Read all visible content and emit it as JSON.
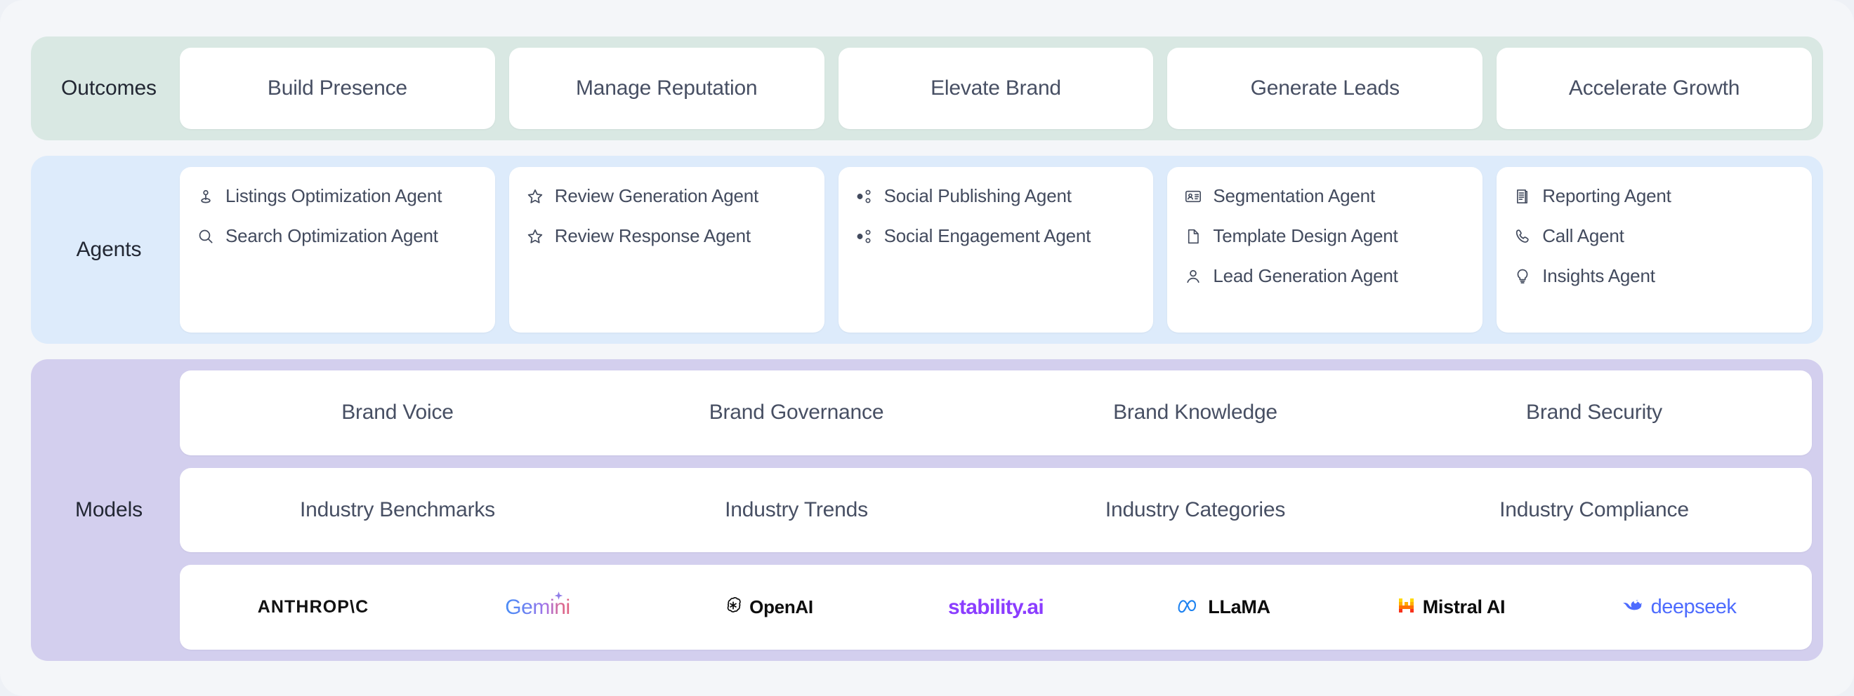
{
  "page": {
    "background": "#f4f6f9"
  },
  "bands": {
    "outcomes": {
      "label": "Outcomes",
      "color": "#d9e8e3",
      "cards": [
        {
          "label": "Build Presence"
        },
        {
          "label": "Manage Reputation"
        },
        {
          "label": "Elevate Brand"
        },
        {
          "label": "Generate Leads"
        },
        {
          "label": "Accelerate Growth"
        }
      ]
    },
    "agents": {
      "label": "Agents",
      "color": "#ddebfb",
      "columns": [
        {
          "items": [
            {
              "label": "Listings Optimization Agent",
              "icon": "map-pin-icon"
            },
            {
              "label": "Search Optimization Agent",
              "icon": "search-icon"
            }
          ]
        },
        {
          "items": [
            {
              "label": "Review Generation Agent",
              "icon": "star-icon"
            },
            {
              "label": "Review Response Agent",
              "icon": "star-icon"
            }
          ]
        },
        {
          "items": [
            {
              "label": "Social Publishing Agent",
              "icon": "share-nodes-icon"
            },
            {
              "label": "Social Engagement Agent",
              "icon": "share-nodes-icon"
            }
          ]
        },
        {
          "items": [
            {
              "label": "Segmentation Agent",
              "icon": "id-card-icon"
            },
            {
              "label": "Template Design Agent",
              "icon": "file-icon"
            },
            {
              "label": "Lead Generation Agent",
              "icon": "person-icon"
            }
          ]
        },
        {
          "items": [
            {
              "label": "Reporting Agent",
              "icon": "report-icon"
            },
            {
              "label": "Call Agent",
              "icon": "phone-icon"
            },
            {
              "label": "Insights Agent",
              "icon": "lightbulb-icon"
            }
          ]
        }
      ]
    },
    "models": {
      "label": "Models",
      "color": "#d3cfee",
      "brand_row": [
        {
          "label": "Brand Voice"
        },
        {
          "label": "Brand Governance"
        },
        {
          "label": "Brand Knowledge"
        },
        {
          "label": "Brand Security"
        }
      ],
      "industry_row": [
        {
          "label": "Industry Benchmarks"
        },
        {
          "label": "Industry Trends"
        },
        {
          "label": "Industry Categories"
        },
        {
          "label": "Industry Compliance"
        }
      ],
      "vendor_row": [
        {
          "label": "ANTHROP\\C",
          "key": "anthropic",
          "color": "#121212"
        },
        {
          "label": "Gemini",
          "key": "gemini",
          "color": "#4a8df6"
        },
        {
          "label": "OpenAI",
          "key": "openai",
          "color": "#0d0d0d"
        },
        {
          "label": "stability.ai",
          "key": "stability",
          "color": "#8b3dff"
        },
        {
          "label": "LLaMA",
          "key": "llama",
          "color": "#0c0c0c"
        },
        {
          "label": "Mistral AI",
          "key": "mistral",
          "color": "#0b0b0b"
        },
        {
          "label": "deepseek",
          "key": "deepseek",
          "color": "#4d6bfe"
        }
      ]
    }
  }
}
